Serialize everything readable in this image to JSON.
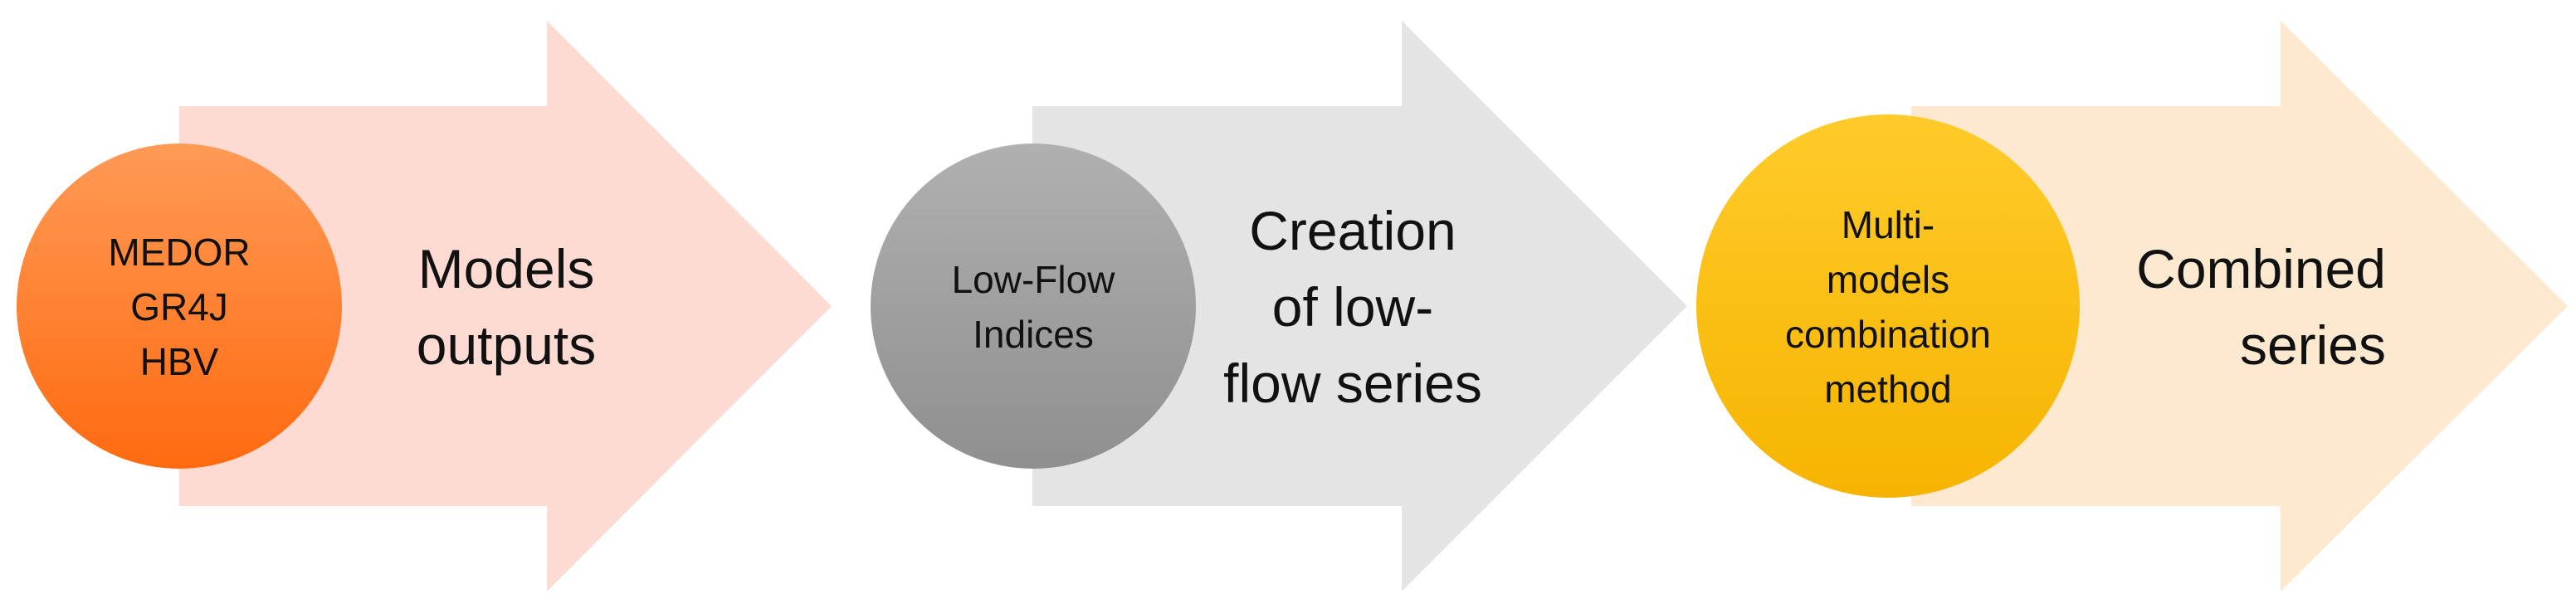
{
  "colors": {
    "arrow_1": "#FDDBD3",
    "arrow_2": "#E4E4E4",
    "arrow_3": "#FDE9D0",
    "circle_1_top": "#FF9A55",
    "circle_1_bottom": "#FF6A10",
    "circle_2_top": "#B0B0B0",
    "circle_2_bottom": "#8F8F8F",
    "circle_3_top": "#FFCB2A",
    "circle_3_bottom": "#F6B400"
  },
  "steps": [
    {
      "circle_lines": [
        "MEDOR",
        "GR4J",
        "HBV"
      ],
      "arrow_lines": [
        "Models",
        "outputs"
      ]
    },
    {
      "circle_lines": [
        "Low-Flow",
        "Indices"
      ],
      "arrow_lines": [
        "Creation",
        "of low-",
        "flow series"
      ]
    },
    {
      "circle_lines": [
        "Multi-",
        "models",
        "combination",
        "method"
      ],
      "arrow_lines": [
        "Combined",
        "series"
      ]
    }
  ]
}
